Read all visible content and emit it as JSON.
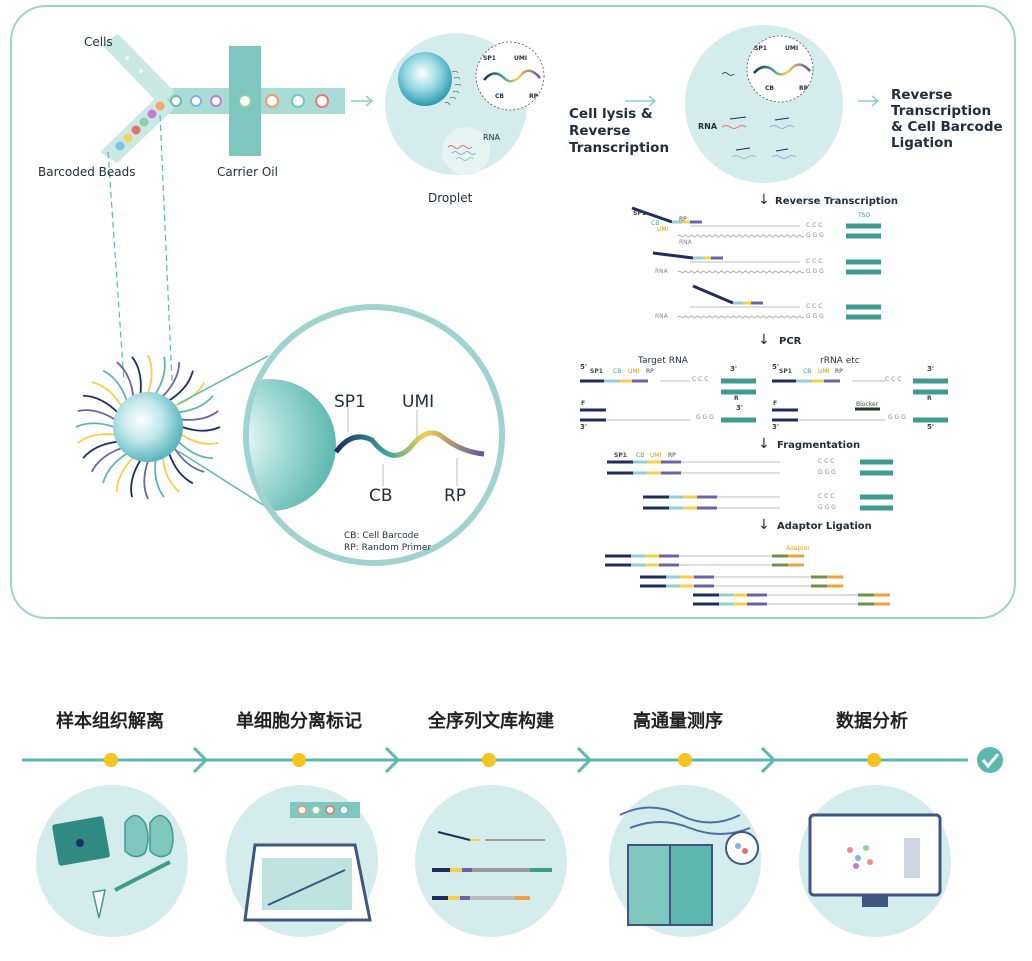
{
  "colors": {
    "teal": "#5cb8ae",
    "teal_light": "#d6eeee",
    "navy": "#1e2c5e",
    "yellow": "#f5d04a",
    "purple": "#6c62a8",
    "cyan_bar": "#8fd0d3",
    "tso": "#3f9a8f",
    "orange": "#f0a23a",
    "olive": "#6f8f4a",
    "border": "#9fd3cf",
    "gold_dot": "#f7c31c"
  },
  "microfluidic": {
    "cells": "Cells",
    "beads": "Barcoded Beads",
    "oil": "Carrier Oil"
  },
  "bead_zoom": {
    "sp1": "SP1",
    "umi": "UMI",
    "cb": "CB",
    "rp": "RP",
    "legend_cb": "CB:  Cell Barcode",
    "legend_rp": "RP:  Random Primer"
  },
  "droplet": {
    "label": "Droplet",
    "rna": "RNA",
    "sp1": "SP1",
    "umi": "UMI",
    "cb": "CB",
    "rp": "RP"
  },
  "step1": {
    "line1": "Cell lysis &",
    "line2": "Reverse",
    "line3": "Transcription"
  },
  "step2": {
    "line1": "Reverse",
    "line2": "Transcription",
    "line3": "& Cell Barcode",
    "line4": "Ligation",
    "rna": "RNA",
    "sp1": "SP1",
    "umi": "UMI",
    "cb": "CB",
    "rp": "RP"
  },
  "rt": {
    "title": "Reverse Transcription",
    "arrow": "↓",
    "sp1": "SP1",
    "cb": "CB",
    "umi": "UMI",
    "rp": "RP",
    "rna": "RNA",
    "tso": "TSO",
    "ccc": "C C C",
    "ggg": "G G G"
  },
  "pcr": {
    "title": "PCR",
    "arrow": "↓",
    "target": "Target RNA",
    "rrna": "rRNA etc",
    "five": "5'",
    "three": "3'",
    "sp1": "SP1",
    "cb": "CB",
    "umi": "UMI",
    "rp": "RP",
    "f": "F",
    "r": "R",
    "blocker": "Blocker",
    "ccc": "C C C",
    "ggg": "G G G"
  },
  "frag": {
    "title": "Fragmentation",
    "arrow": "↓",
    "sp1": "SP1",
    "cb": "CB",
    "umi": "UMI",
    "rp": "RP",
    "ccc": "C C C",
    "ggg": "G G G"
  },
  "adaptor": {
    "title": "Adaptor Ligation",
    "arrow": "↓",
    "adaptor": "Adaptor"
  },
  "workflow": {
    "steps": [
      "样本组织解离",
      "单细胞分离标记",
      "全序列文库构建",
      "高通量测序",
      "数据分析"
    ],
    "done_icon": "check-circle-icon"
  }
}
